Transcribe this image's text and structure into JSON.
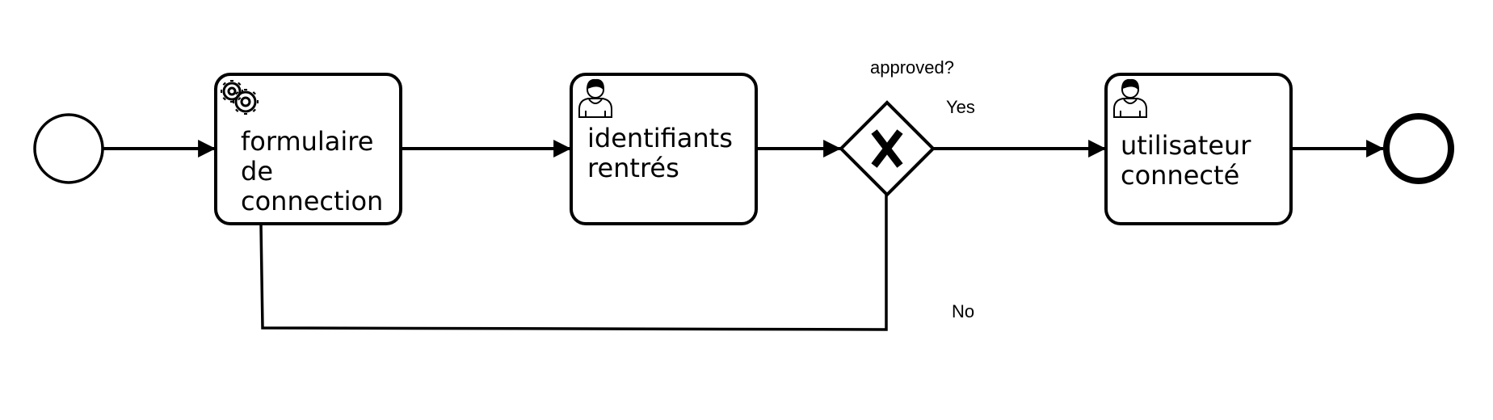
{
  "diagram": {
    "type": "bpmn-process",
    "start_event": {
      "name": ""
    },
    "tasks": [
      {
        "kind": "service-task",
        "icon": "gear-icon",
        "lines": [
          "formulaire",
          "de",
          "connection"
        ]
      },
      {
        "kind": "user-task",
        "icon": "user-icon",
        "lines": [
          "identifiants",
          "rentrés"
        ]
      },
      {
        "kind": "user-task",
        "icon": "user-icon",
        "lines": [
          "utilisateur",
          "connecté"
        ]
      }
    ],
    "gateway": {
      "kind": "exclusive",
      "marker": "X",
      "label": "approved?"
    },
    "flows": {
      "yes_label": "Yes",
      "no_label": "No"
    },
    "end_event": {
      "name": ""
    }
  }
}
